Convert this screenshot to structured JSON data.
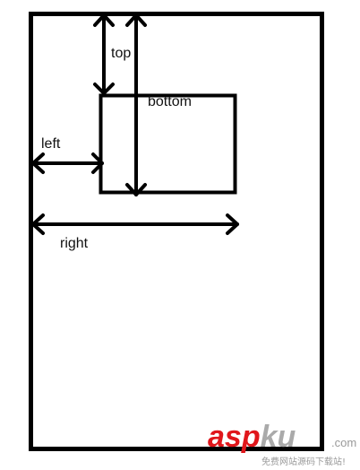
{
  "labels": {
    "top": "top",
    "bottom": "bottom",
    "left": "left",
    "right": "right"
  },
  "watermark": {
    "logo_part1": "asp",
    "logo_part2": "ku",
    "domain": ".com",
    "tagline": "免费网站源码下载站!"
  },
  "colors": {
    "stroke": "#000000",
    "label": "#111111",
    "watermark_red": "#e0161b",
    "watermark_grey": "#aaaaaa"
  }
}
